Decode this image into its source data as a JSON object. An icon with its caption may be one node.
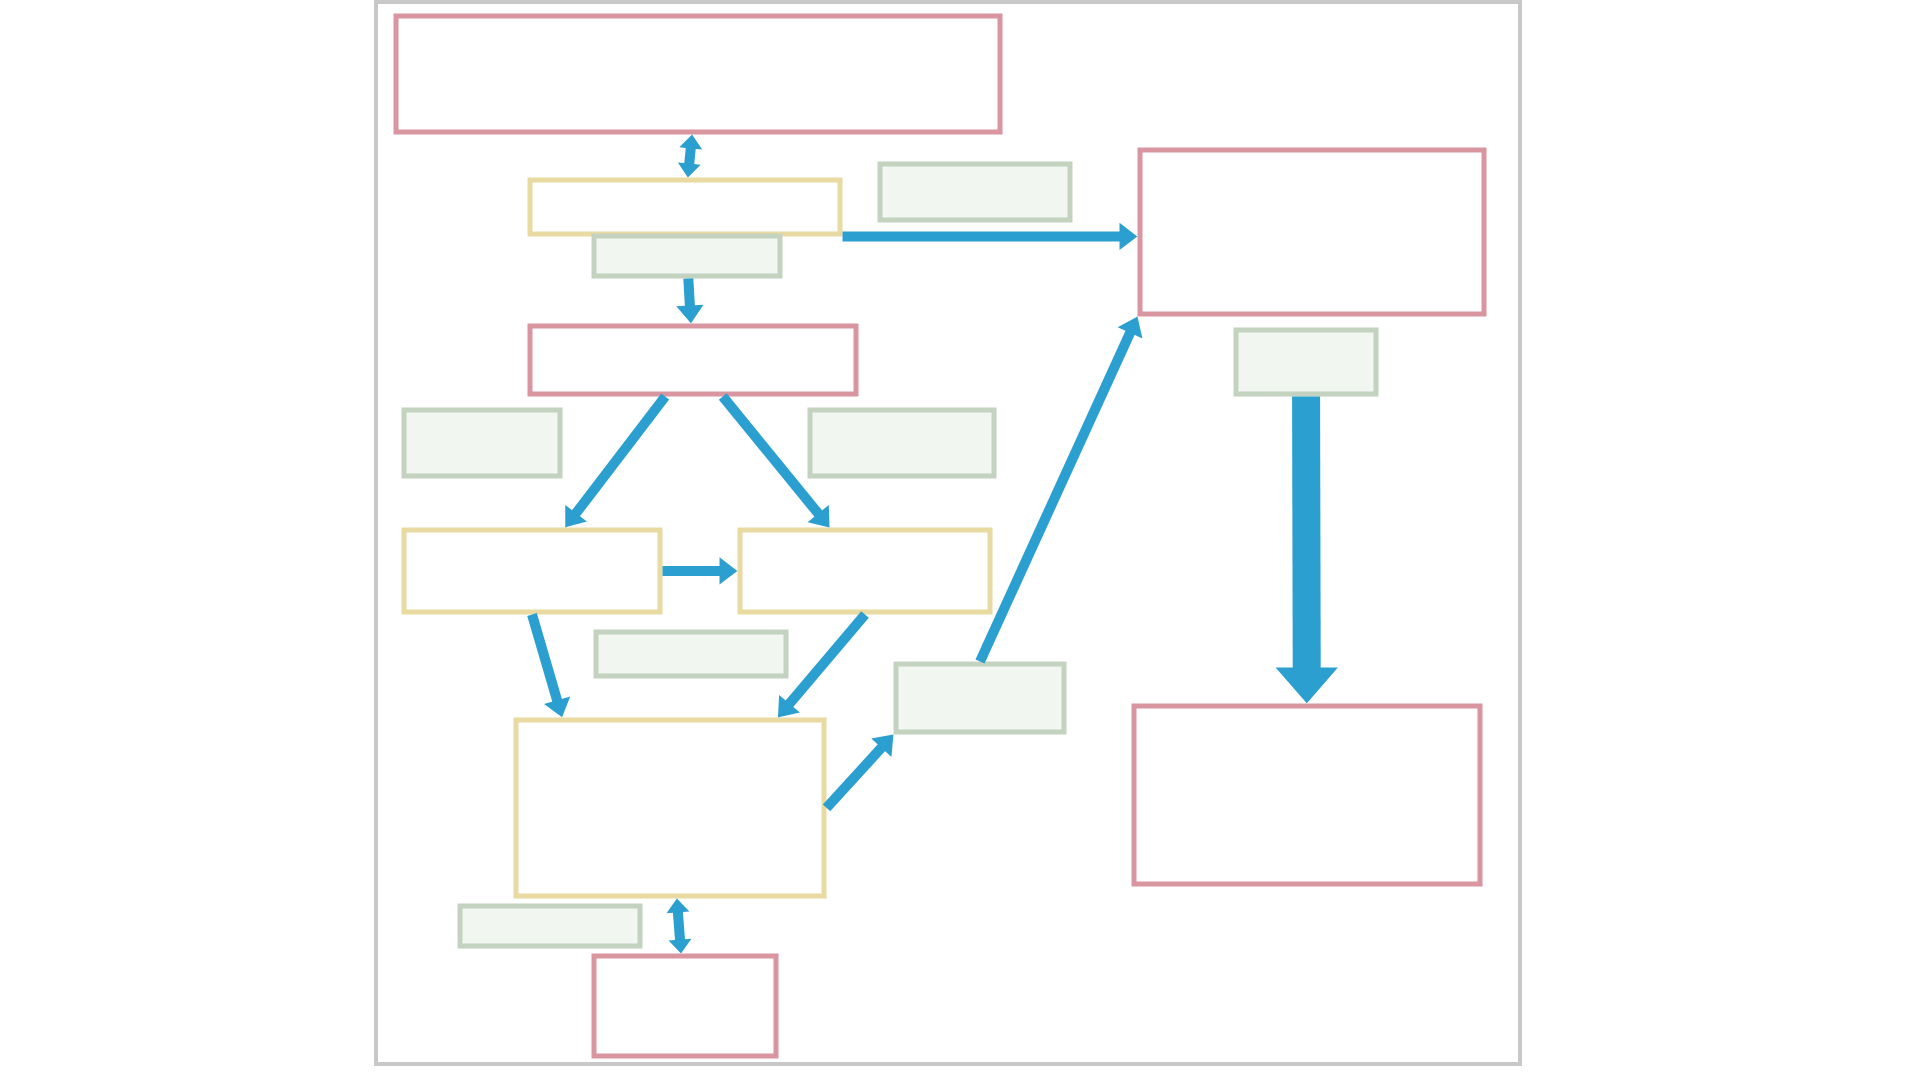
{
  "diagram": {
    "nodes": [
      {
        "text": [],
        "shape": "box"
      },
      {
        "text": [],
        "shape": "box"
      },
      {
        "text": [],
        "shape": "box"
      },
      {
        "text": [],
        "shape": "box"
      },
      {
        "text": [],
        "shape": "box"
      },
      {
        "text": [],
        "shape": "box"
      },
      {
        "text": [],
        "shape": "box"
      },
      {
        "text": [],
        "shape": "box"
      },
      {
        "text": [],
        "shape": "box"
      },
      {
        "text": [],
        "shape": "box"
      },
      {
        "text": [],
        "shape": "box"
      },
      {
        "text": [],
        "shape": "box"
      },
      {
        "text": [],
        "shape": "box"
      },
      {
        "text": [],
        "shape": "box"
      },
      {
        "text": [],
        "shape": "box"
      },
      {
        "text": [],
        "shape": "box"
      },
      {
        "text": [],
        "shape": "box"
      }
    ],
    "edges": [
      {
        "from": 0,
        "to": 1,
        "arrow": "both"
      },
      {
        "from": 2,
        "to": 5,
        "arrow": "to"
      },
      {
        "from": 1,
        "to": 4,
        "arrow": "to"
      },
      {
        "from": 5,
        "to": 8,
        "arrow": "to"
      },
      {
        "from": 5,
        "to": 9,
        "arrow": "to"
      },
      {
        "from": 8,
        "to": 9,
        "arrow": "to"
      },
      {
        "from": 8,
        "to": 12,
        "arrow": "to"
      },
      {
        "from": 9,
        "to": 12,
        "arrow": "to"
      },
      {
        "from": 12,
        "to": 11,
        "arrow": "to"
      },
      {
        "from": 11,
        "to": 4,
        "arrow": "to"
      },
      {
        "from": 12,
        "to": 14,
        "arrow": "both"
      },
      {
        "from": 15,
        "to": 16,
        "arrow": "to",
        "style": "thick"
      }
    ]
  }
}
